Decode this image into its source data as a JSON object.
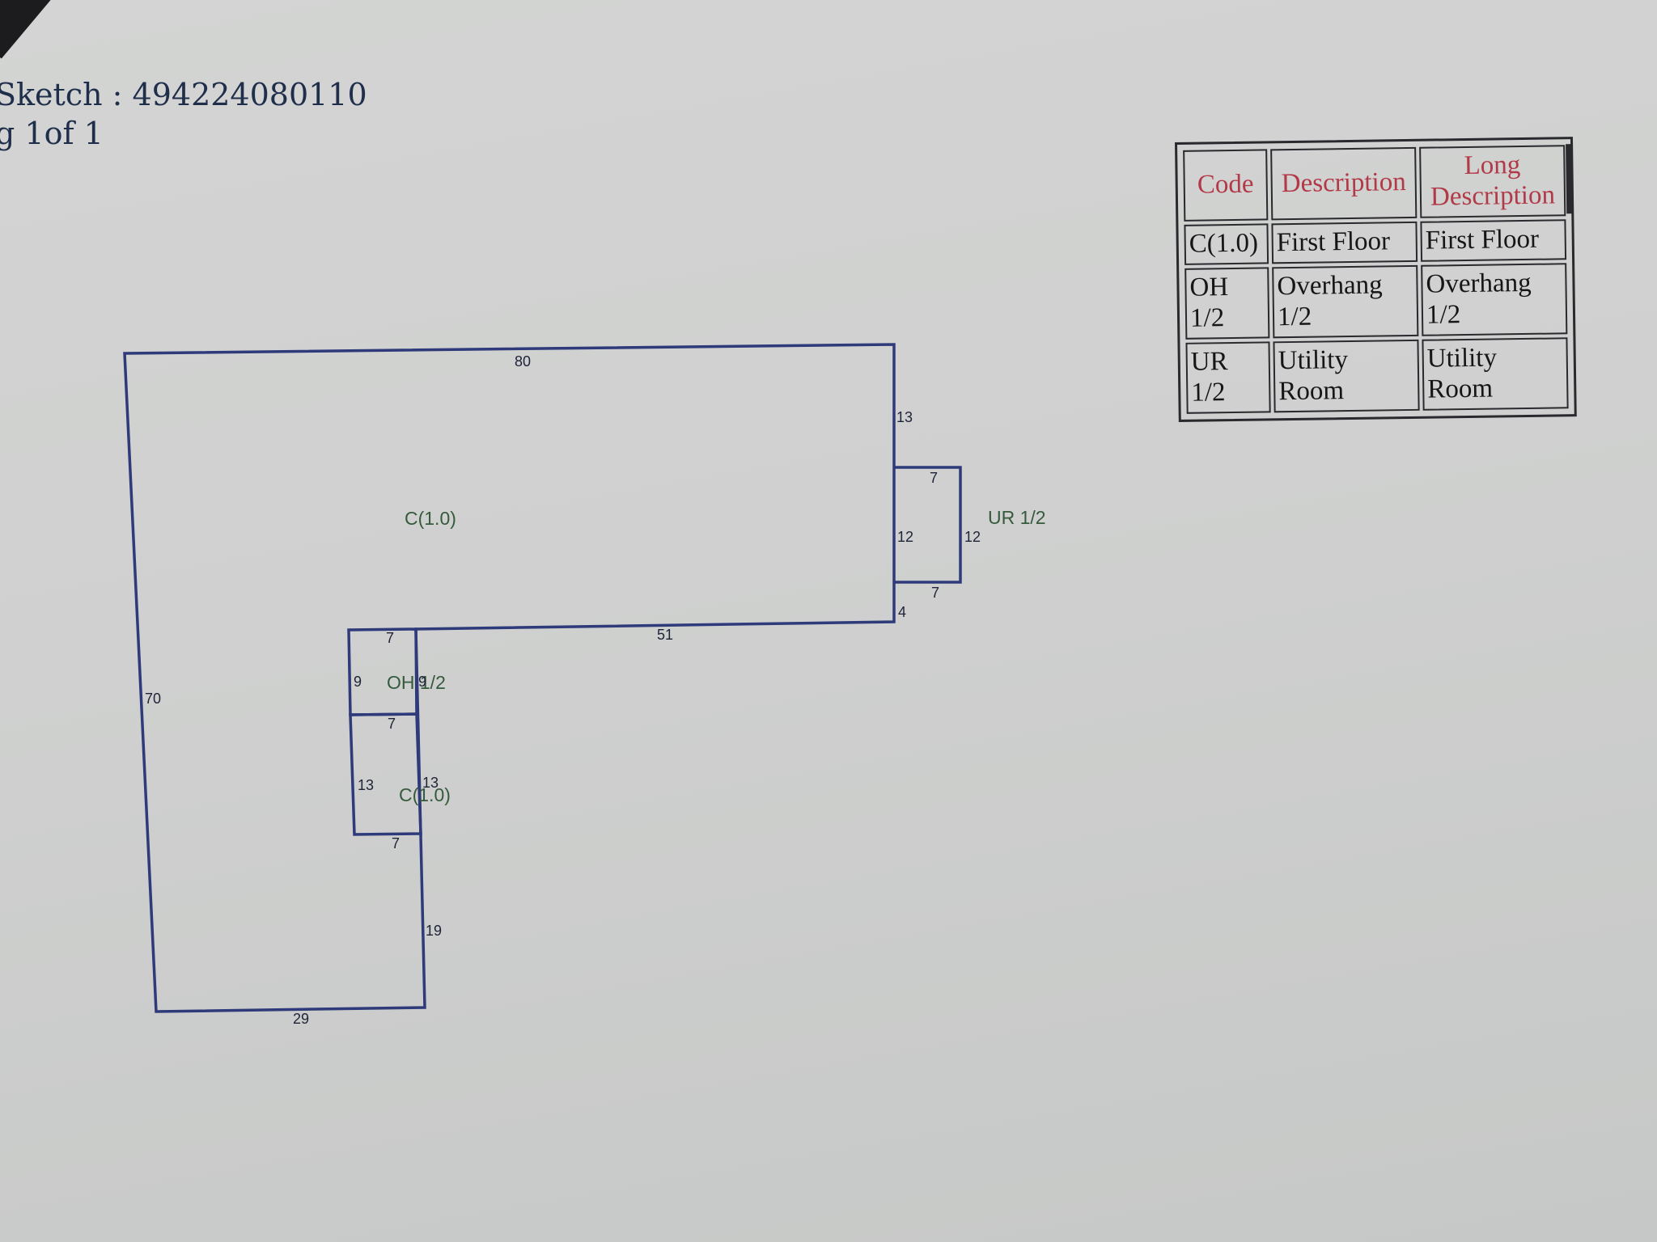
{
  "header": {
    "sketch_title": "Sketch : 494224080110",
    "page_count": "g 1of 1"
  },
  "legend": {
    "headers": [
      "Code",
      "Description",
      "Long Description"
    ],
    "rows": [
      {
        "code": "C(1.0)",
        "description": "First Floor",
        "long_description": "First Floor"
      },
      {
        "code": "OH 1/2",
        "description": "Overhang 1/2",
        "long_description": "Overhang 1/2"
      },
      {
        "code": "UR 1/2",
        "description": "Utility Room",
        "long_description": "Utility Room"
      }
    ],
    "header_color": "#b23a48"
  },
  "sketch": {
    "line_color": "#2e3a7a",
    "label_color": "#355a3c",
    "areas": {
      "main": "C(1.0)",
      "utility": "UR 1/2",
      "overhang": "OH 1/2",
      "lower": "C(1.0)"
    },
    "dimensions": {
      "top": "80",
      "right_upper": "13",
      "ur_top": "7",
      "ur_left": "12",
      "ur_right": "12",
      "ur_bottom": "7",
      "right_lower": "4",
      "inner_bottom": "51",
      "left": "70",
      "oh_top": "7",
      "oh_left": "9",
      "oh_right": "9",
      "c_top": "7",
      "c_left": "13",
      "c_right": "13",
      "c_bottom": "7",
      "lower_right": "19",
      "bottom": "29"
    }
  }
}
